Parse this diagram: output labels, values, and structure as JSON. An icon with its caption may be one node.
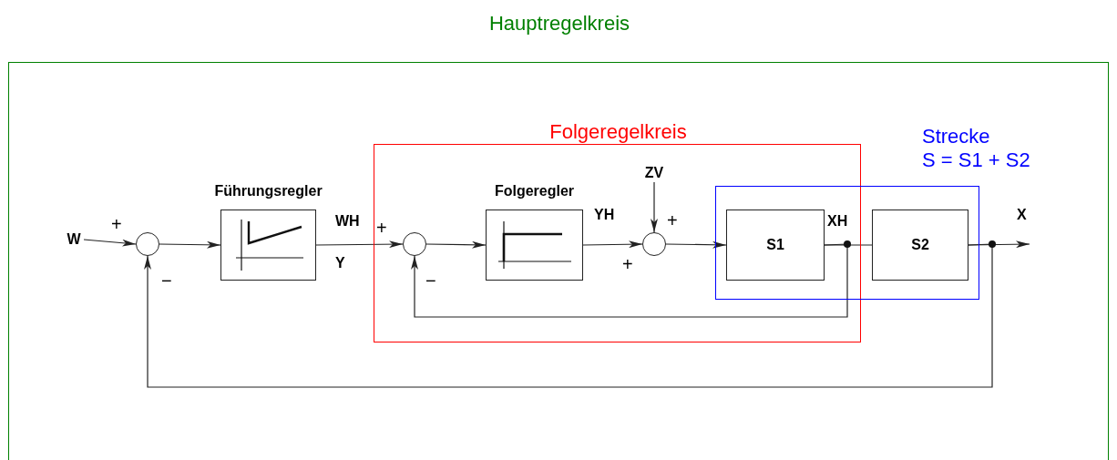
{
  "diagram": {
    "nodes": [
      {
        "text": [
          "Hauptregelkreis"
        ]
      },
      {
        "text": [
          "Folgeregelkreis"
        ],
        "in": 0
      },
      {
        "text": [
          "Strecke",
          "S = S1 + S2"
        ],
        "in": 0
      },
      {
        "text": [
          "W"
        ],
        "in": 0
      },
      {
        "text": [],
        "shape": "circle",
        "in": 0
      },
      {
        "text": [
          "Führungsregler"
        ],
        "in": 0
      },
      {
        "text": [],
        "shape": "circle",
        "in": 1
      },
      {
        "text": [
          "Folgeregler"
        ],
        "in": 1
      },
      {
        "text": [
          "ZV"
        ],
        "in": 1
      },
      {
        "text": [],
        "shape": "circle",
        "in": 1
      },
      {
        "text": [
          "S1"
        ]
      },
      {
        "text": [
          "S2"
        ],
        "in": 2
      }
    ],
    "edges": [
      {
        "from": 3,
        "to": 4,
        "arrow": "to"
      },
      {
        "from": 4,
        "to": 5,
        "arrow": "to"
      },
      {
        "from": 5,
        "to": 6,
        "arrow": "to"
      },
      {
        "from": 6,
        "to": 7,
        "arrow": "to"
      },
      {
        "from": 7,
        "to": 9,
        "arrow": "to"
      },
      {
        "from": 8,
        "to": 9,
        "arrow": "to"
      },
      {
        "from": 9,
        "to": 10,
        "arrow": "to"
      },
      {
        "from": 10,
        "to": 11,
        "arrow": "none"
      },
      {
        "from": 11,
        "to": null,
        "arrow": "to"
      },
      {
        "from": 10,
        "to": 6,
        "arrow": "to"
      },
      {
        "from": 11,
        "to": 4,
        "arrow": "to"
      }
    ],
    "labels": [
      "+",
      "WH",
      "YH",
      "+",
      "XH",
      "X",
      "+",
      "Y",
      "+",
      "−",
      "−"
    ]
  }
}
